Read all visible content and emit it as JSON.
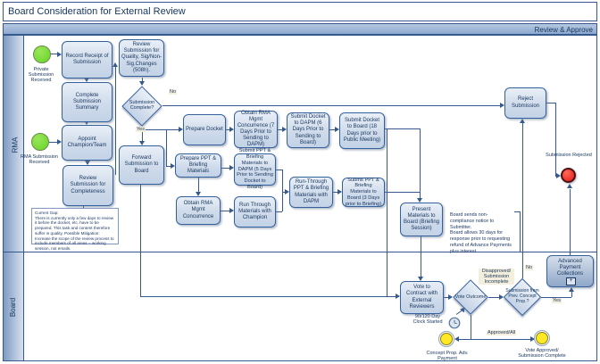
{
  "title": "Board Consideration for External Review",
  "phase": "Review & Approve",
  "lanes": {
    "rma": "RMA",
    "board": "Board"
  },
  "events": {
    "private": "Private Submission Received",
    "rma": "RMA Submission Received",
    "rejected": "Submission Rejected",
    "concept_payment": "Concept Prop. Adv. Payment",
    "vote_approved": "Vote Approved/ Submission Complete",
    "timer": "90/120 Day Clock Started"
  },
  "tasks": {
    "record_receipt": "Record Receipt of Submission",
    "complete_summary": "Complete Submission Summary",
    "appoint": "Appoint Champion/Team",
    "review_completeness": "Review Submission for Completeness",
    "review_quality": "Review Submission for Quality, Sig/Non-Sig.Changes (508h).",
    "forward_submission": "Forward Submission to Board",
    "prepare_docket": "Prepare Docket",
    "obtain_concurrence_7": "Obtain RMA Mgmt Concurrence (7 Days Prior to Sending to DAPM)",
    "submit_docket_dapm": "Submit Docket to DAPM (6 Days Prior to Sending to Board)",
    "submit_docket_board": "Submit Docket to Board (18 Days prior to Public Meeting)",
    "prepare_ppt": "Prepare PPT & Briefing Materials",
    "submit_ppt_dapm": "Submit PPT & Briefing Materials to DAPM (5 Days Prior to Sending Docket to Board)",
    "obtain_concurrence": "Obtain RMA Mgmt Concurrence",
    "run_through_champion": "Run Through Materials with Champion",
    "run_through_dapm": "Run-Through PPT & Briefing Materials with DAPM",
    "submit_ppt_board": "Submit PPT & Briefing Materials to Board (3 Days prior to Briefing)",
    "present_materials": "Present Materials to Board (Briefing Session)",
    "reject_submission": "Reject Submission",
    "vote_contract": "Vote to Contract with External Reviewers",
    "advanced_payment": "Advanced Payment Collections"
  },
  "gateways": {
    "submission_complete": "Submission Complete?",
    "vote_outcome": "Vote Outcome",
    "prev_concept": "Submission from Prev. Concept Prop.?"
  },
  "edge_labels": {
    "yes": "Yes",
    "no": "No",
    "approved_all": "Approved/All",
    "disapproved": "Disapproved/ Submission Incomplete",
    "yes2": "Yes",
    "no2": "No"
  },
  "notes": {
    "current_gap": "Current Gap:\nThere is currently only a few days to review it before the docket, etc. have to be prepared.  This task and content therefore suffer in quality.  Possible Mitigation: Increase the scope of the review process to include members of all areas – working session, not emails.",
    "board_notice": "Board sends non-compliance notice to Submitter.\nBoard allows 30 days for response prior to requesting refund of Advance Payments plus interest."
  },
  "markers": {
    "subprocess_plus": "+"
  },
  "colors": {
    "line": "#35598c",
    "text": "#17365d",
    "task_fill_top": "#e9eff7",
    "task_fill_bottom": "#c3d2e6",
    "start_event": "#6fd431",
    "end_event": "#ee2424",
    "intermediate_event": "#ffe926",
    "label_bg": "#f4efdd"
  }
}
